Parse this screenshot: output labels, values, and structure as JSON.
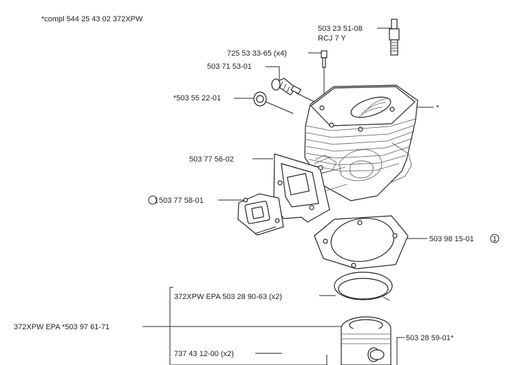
{
  "title": "*compl 544 25 43 02 372XPW",
  "parts": {
    "spark_plug": "503 23 51-08",
    "spark_plug_type": "RCJ 7 Y",
    "screw": "725 53 33-65 (x4)",
    "decompression_valve": "503 71 53-01",
    "decompression_cap": "*503 55 22-01",
    "cylinder_marker": "*",
    "exhaust_plate": "503 77 56-02",
    "gasket_upper": "503 77 58-01",
    "gasket_upper_marker": "1",
    "cylinder_gasket": "503 98 15-01",
    "cylinder_gasket_marker": "1",
    "piston_ring": "372XPW EPA 503 28 90-63 (x2)",
    "piston_kit": "372XPW EPA *503 97 61-71",
    "wrist_pin": "503 28 59-01*",
    "circlip": "737 43 12-00 (x2)"
  }
}
